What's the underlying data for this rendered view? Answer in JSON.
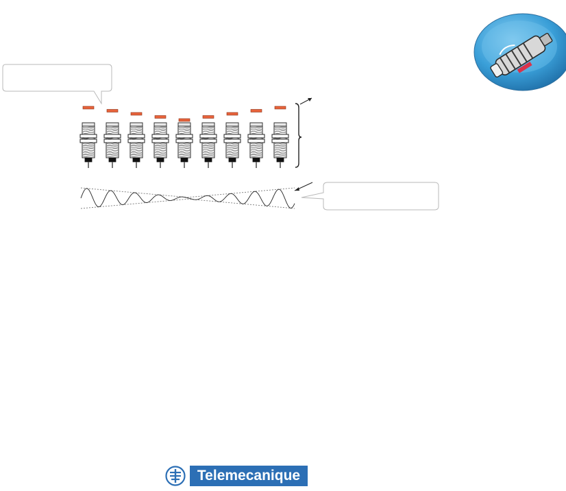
{
  "brand": {
    "name": "Telemecanique",
    "color": "#2c6fb5"
  },
  "diagram": {
    "sensor_count": 9,
    "target_color": "#e8643c",
    "target_offsets": [
      0,
      1,
      2,
      3,
      4,
      3,
      2,
      1,
      0
    ],
    "callouts": [
      {
        "text": ""
      },
      {
        "text": ""
      }
    ]
  },
  "icons": {
    "emblem": "sensor-emblem-icon",
    "logo": "telemecanique-logo-icon"
  }
}
